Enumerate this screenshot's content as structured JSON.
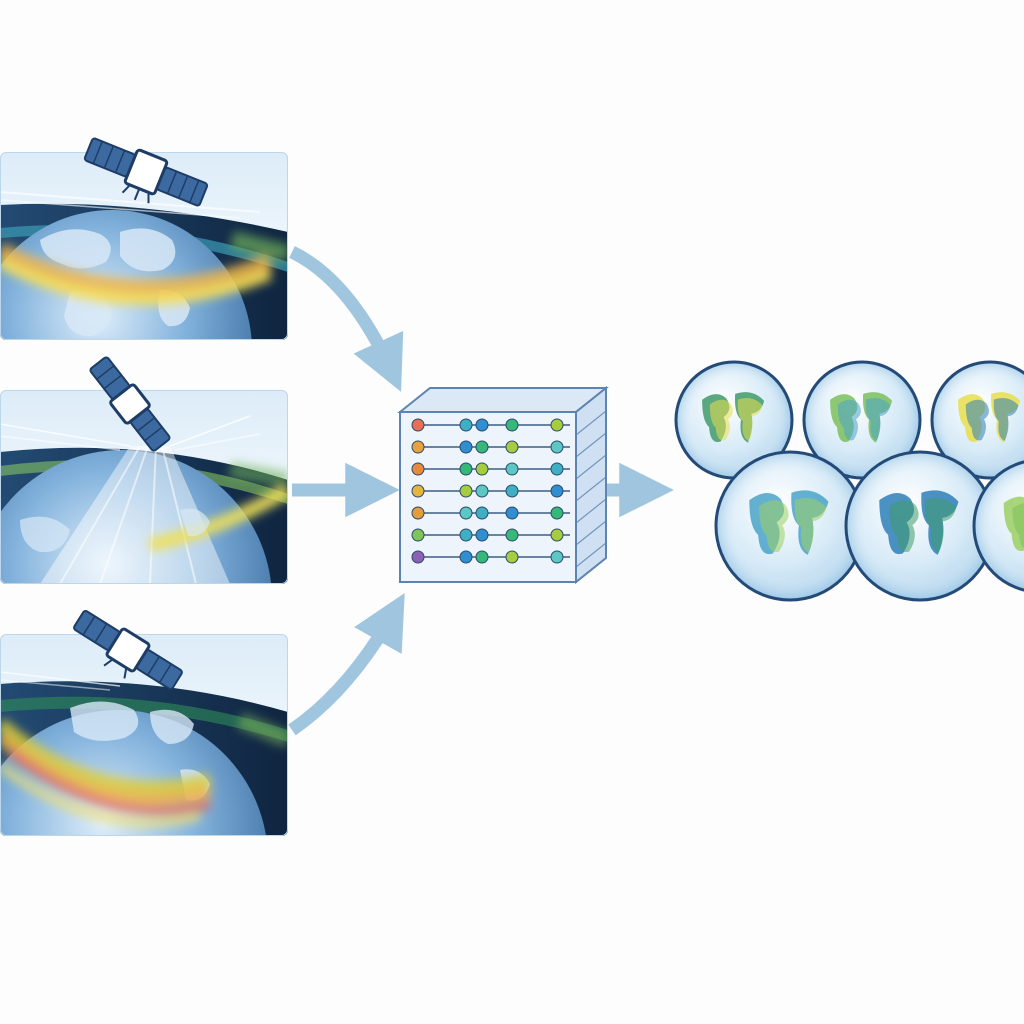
{
  "diagram": {
    "inputs": [
      {
        "id": "satellite-scene-1",
        "icon": "satellite-icon",
        "band_colors": [
          "#e8e24a",
          "#f0b54a",
          "#f7dd55",
          "#6fb05b"
        ]
      },
      {
        "id": "satellite-scene-2",
        "icon": "satellite-icon",
        "band_colors": [
          "#f0e05a",
          "#8fcf62",
          "#ffffff"
        ]
      },
      {
        "id": "satellite-scene-3",
        "icon": "satellite-icon",
        "band_colors": [
          "#2f8c58",
          "#dccd38",
          "#f0b044",
          "#e56d63",
          "#f4e06a"
        ]
      }
    ],
    "processor": {
      "icon": "data-cube-icon",
      "rows": 7,
      "row_colors": [
        "#e86e55",
        "#e8a23d",
        "#e88a3b",
        "#e3b53e",
        "#e49d3b",
        "#7fc45a",
        "#8d61b2"
      ],
      "node_colors": [
        "#3fb0c4",
        "#2f8fd1",
        "#35b878",
        "#a8cc3f",
        "#5cc7c3"
      ]
    },
    "outputs": {
      "icon": "globe-icon",
      "count": 6
    },
    "colors": {
      "arrow": "#9fc6de",
      "panel_sky": "#dcecf8",
      "panel_dark": "#152b48",
      "ocean": "#4f86bd",
      "land": "#cfe2f3",
      "cube_front": "#eef4fb",
      "cube_side": "#cfe0f2",
      "outline": "#5d84b0"
    }
  }
}
